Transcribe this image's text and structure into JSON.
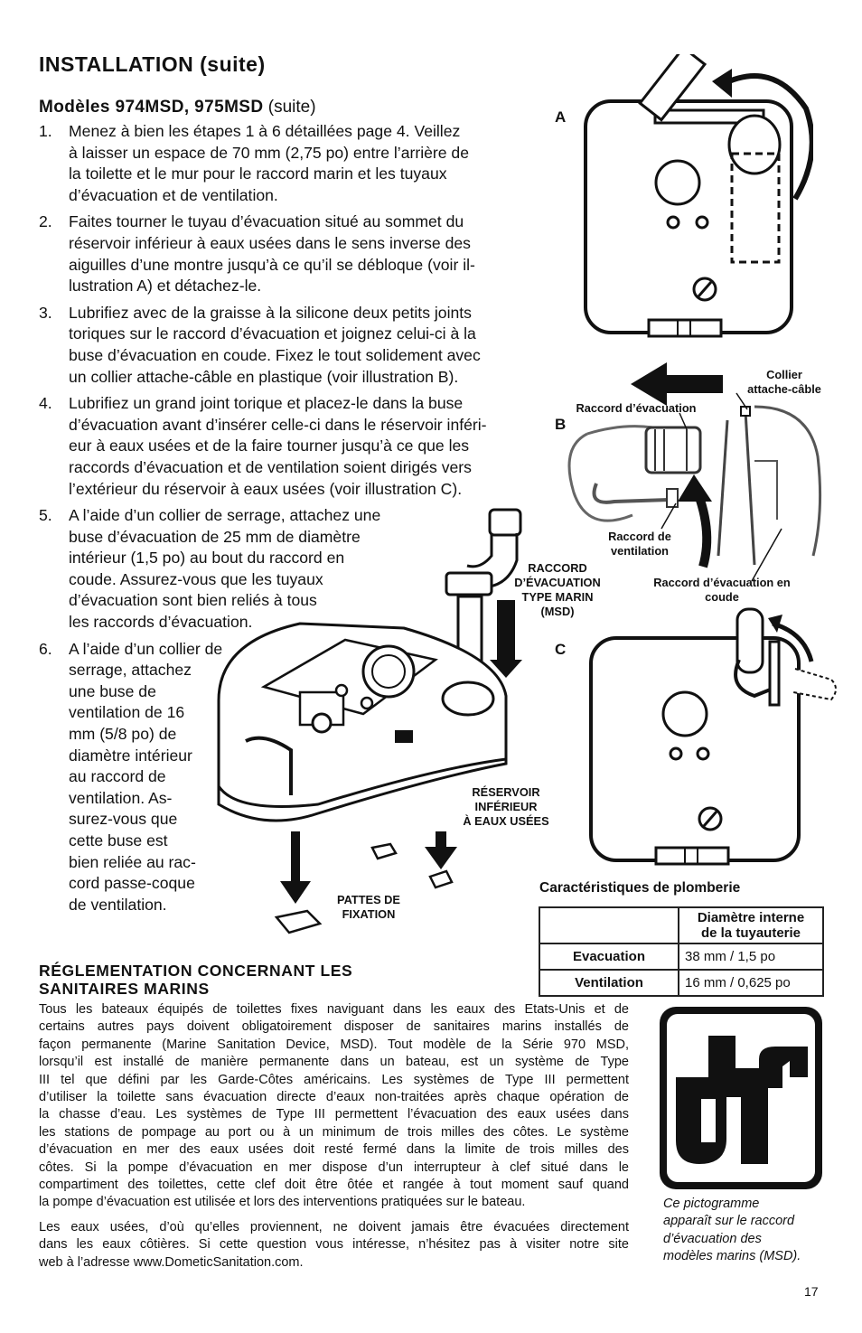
{
  "page": {
    "title": "INSTALLATION (suite)",
    "subtitle_bold": "Modèles 974MSD, 975MSD",
    "subtitle_rest": " (suite)",
    "page_number": "17"
  },
  "steps": [
    {
      "num": "1.",
      "lines": [
        "Menez à bien les étapes 1 à 6 détaillées page 4. Veillez",
        "à laisser un espace de 70 mm (2,75 po) entre l’arrière de",
        "la toilette et le mur pour le raccord marin et les tuyaux",
        "d’évacuation et de ventilation."
      ]
    },
    {
      "num": "2.",
      "lines": [
        "Faites tourner le tuyau d’évacuation situé au sommet du",
        "réservoir inférieur à eaux usées dans le sens inverse des",
        "aiguilles d’une montre jusqu’à ce qu’il se débloque (voir il-",
        "lustration A) et détachez-le."
      ]
    },
    {
      "num": "3.",
      "lines": [
        "Lubrifiez avec de la graisse à la silicone deux petits joints",
        "toriques sur le raccord d’évacuation et joignez celui-ci à la",
        "buse d’évacuation en coude. Fixez le tout solidement avec",
        "un collier attache-câble en plastique (voir illustration B)."
      ]
    },
    {
      "num": "4.",
      "lines": [
        "Lubrifiez un grand joint torique et placez-le dans la buse",
        "d’évacuation avant d’insérer celle-ci dans le réservoir inféri-",
        "eur à eaux usées et de la faire tourner jusqu’à ce que les",
        "raccords d’évacuation et de ventilation soient dirigés vers",
        "l’extérieur du réservoir à eaux usées (voir illustration C)."
      ]
    },
    {
      "num": "5.",
      "lines": [
        "A l’aide d’un collier de serrage, attachez une",
        "buse d’évacuation de 25 mm de diamètre",
        "intérieur (1,5 po) au bout du raccord en",
        "coude. Assurez-vous que les tuyaux",
        "d’évacuation sont bien reliés à tous",
        "les raccords d’évacuation."
      ]
    },
    {
      "num": "6.",
      "lines": [
        "A l’aide d’un collier de",
        "serrage, attachez",
        "une buse de",
        "ventilation de 16",
        "mm (5/8 po) de",
        "diamètre intérieur",
        "au raccord de",
        "ventilation. As-",
        "surez-vous que",
        "cette buse est",
        "bien reliée au rac-",
        "cord passe-coque",
        "de ventilation."
      ]
    }
  ],
  "figure_labels": {
    "a": "A",
    "b": "B",
    "c": "C",
    "collier": [
      "Collier",
      "attache-câble"
    ],
    "raccord_evac": "Raccord d’évacuation",
    "raccord_vent": [
      "Raccord de",
      "ventilation"
    ],
    "raccord_coude": [
      "Raccord d’évacuation en",
      "coude"
    ],
    "raccord_msd": [
      "RACCORD",
      "D’ÉVACUATION",
      "TYPE MARIN",
      "(MSD)"
    ],
    "reservoir": [
      "RÉSERVOIR",
      "INFÉRIEUR",
      "À EAUX USÉES"
    ],
    "pattes": [
      "PATTES DE",
      "FIXATION"
    ]
  },
  "plumbing": {
    "title": "Caractéristiques de plomberie",
    "col_header": [
      "Diamètre interne",
      "de la tuyauterie"
    ],
    "rows": [
      {
        "label": "Evacuation",
        "value": "38 mm / 1,5 po"
      },
      {
        "label": "Ventilation",
        "value": "16 mm / 0,625 po"
      }
    ]
  },
  "regulation": {
    "heading": [
      "RÉGLEMENTATION CONCERNANT LES",
      "SANITAIRES MARINS"
    ],
    "para1": [
      "Tous les bateaux équipés de toilettes fixes naviguant dans les eaux des Etats-Unis et de",
      "certains autres pays doivent obligatoirement disposer de sanitaires marins installés de",
      "façon permanente (Marine Sanitation Device, MSD). Tout modèle de la Série 970 MSD,",
      "lorsqu’il est installé de manière permanente dans un bateau, est un système de Type",
      "III tel que défini par les Garde-Côtes américains. Les systèmes de Type III permettent",
      "d’utiliser la toilette sans évacuation directe d’eaux non-traitées après chaque opération de",
      "la chasse d’eau. Les systèmes de Type III permettent l’évacuation des eaux usées dans",
      "les stations de pompage au port ou à un minimum de trois milles des côtes. Le système",
      "d’évacuation en mer des eaux usées doit resté fermé dans la limite de trois milles des",
      "côtes. Si la pompe d’évacuation en mer dispose d’un interrupteur à clef situé dans le",
      "compartiment des toilettes, cette clef doit être ôtée et rangée à tout moment sauf quand",
      "la pompe d’évacuation est utilisée et lors des interventions pratiquées sur le bateau."
    ],
    "para2": [
      "Les eaux usées, d’où qu’elles proviennent, ne doivent jamais être évacuées directement",
      "dans les eaux côtières. Si cette question vous intéresse, n’hésitez pas à visiter notre site",
      "web à l’adresse www.DometicSanitation.com."
    ]
  },
  "caption": [
    "Ce pictogramme",
    "apparaît sur le raccord",
    "d’évacuation des",
    "modèles marins (MSD)."
  ]
}
